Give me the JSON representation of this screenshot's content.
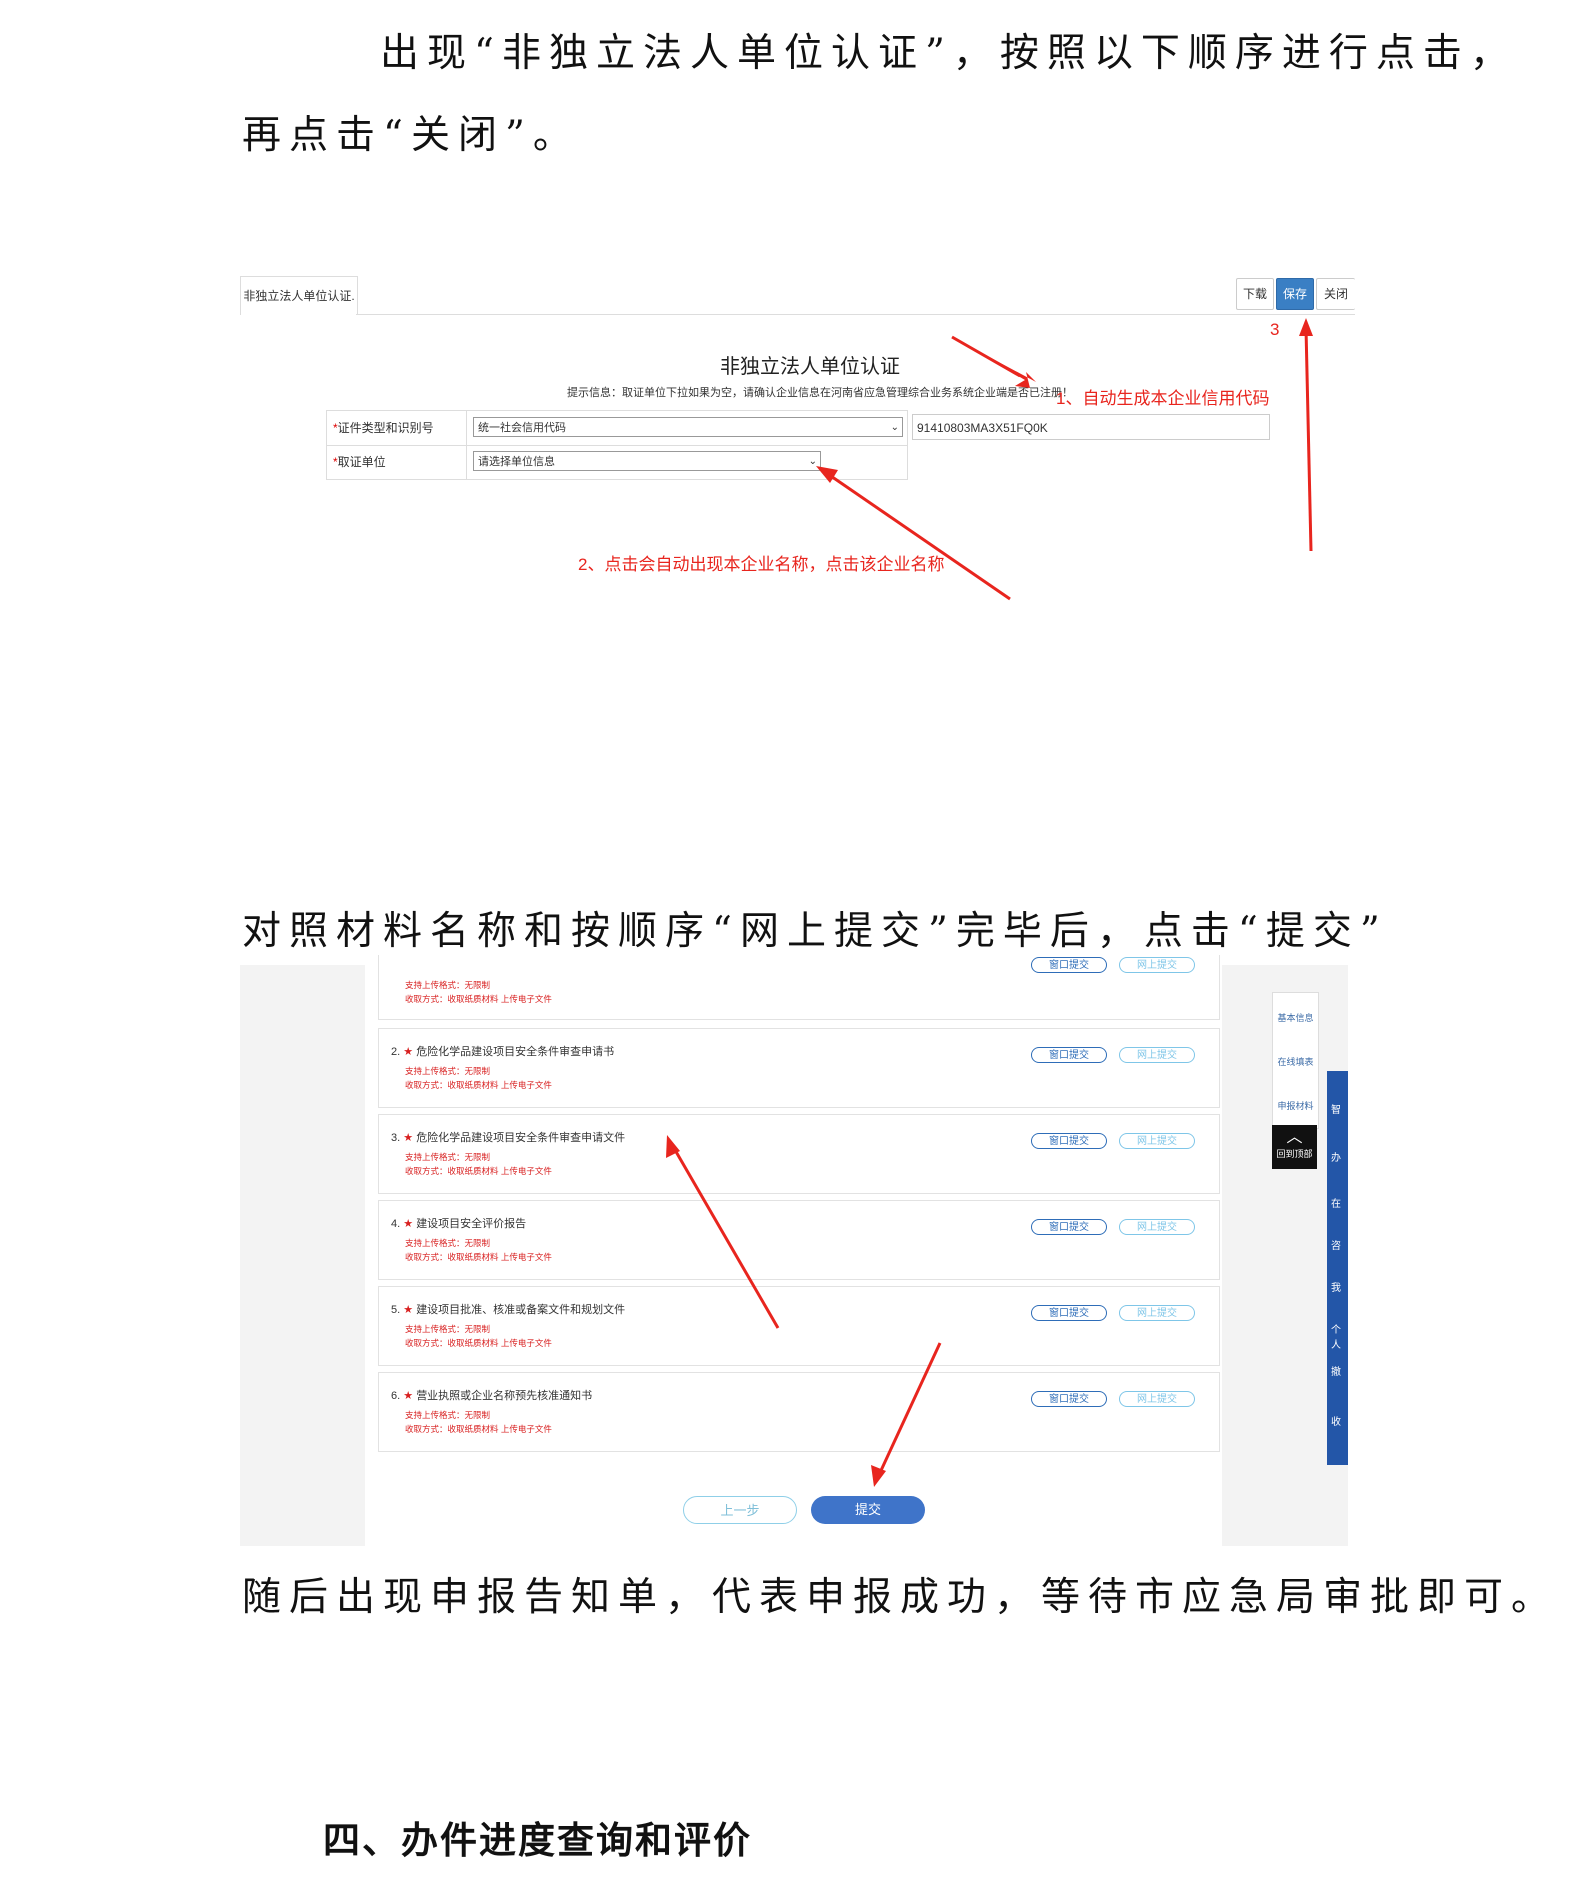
{
  "paragraphs": {
    "p1_line1": "出现“非独立法人单位认证”，按照以下顺序进行点击，",
    "p1_line2": "再点击“关闭”。",
    "p2": "对照材料名称和按顺序“网上提交”完毕后，点击“提交”",
    "p3": "随后出现申报告知单，代表申报成功，等待市应急局审批即可。",
    "heading4": "四、办件进度查询和评价"
  },
  "shot1": {
    "tab_label": "非独立法人单位认证.",
    "buttons": {
      "download": "下载",
      "save": "保存",
      "close": "关闭"
    },
    "form_title": "非独立法人单位认证",
    "hint": "提示信息：取证单位下拉如果为空，请确认企业信息在河南省应急管理综合业务系统企业端是否已注册！",
    "rows": [
      {
        "star": "*",
        "label": "证件类型和识别号",
        "select": "统一社会信用代码"
      },
      {
        "star": "*",
        "label": "取证单位",
        "select": "请选择单位信息"
      }
    ],
    "credit_code": "91410803MA3X51FQ0K",
    "annotations": {
      "a1": "1、自动生成本企业信用代码",
      "a2": "2、点击会自动出现本企业名称，点击该企业名称",
      "a3": "3"
    },
    "arrow_color": "#e8251e"
  },
  "shot2": {
    "items": [
      {
        "num": "2.",
        "title": "危险化学品建设项目安全条件审查申请书",
        "formats": "支持上传格式：无限制",
        "method": "收取方式：收取纸质材料 上传电子文件",
        "win": "窗口提交",
        "net": "网上提交"
      },
      {
        "num": "3.",
        "title": "危险化学品建设项目安全条件审查申请文件",
        "formats": "支持上传格式：无限制",
        "method": "收取方式：收取纸质材料 上传电子文件",
        "win": "窗口提交",
        "net": "网上提交"
      },
      {
        "num": "4.",
        "title": "建设项目安全评价报告",
        "formats": "支持上传格式：无限制",
        "method": "收取方式：收取纸质材料 上传电子文件",
        "win": "窗口提交",
        "net": "网上提交"
      },
      {
        "num": "5.",
        "title": "建设项目批准、核准或备案文件和规划文件",
        "formats": "支持上传格式：无限制",
        "method": "收取方式：收取纸质材料 上传电子文件",
        "win": "窗口提交",
        "net": "网上提交"
      },
      {
        "num": "6.",
        "title": "营业执照或企业名称预先核准通知书",
        "formats": "支持上传格式：无限制",
        "method": "收取方式：收取纸质材料 上传电子文件",
        "win": "窗口提交",
        "net": "网上提交"
      }
    ],
    "partial_item": {
      "formats": "支持上传格式：无限制",
      "method": "收取方式：收取纸质材料 上传电子文件",
      "win": "窗口提交",
      "net": "网上提交"
    },
    "prev_button": "上一步",
    "submit_button": "提交",
    "side_nav": [
      "基本信息",
      "在线填表",
      "申报材料"
    ],
    "to_top": "回到顶部",
    "blue_side": [
      "智",
      "办",
      "在",
      "咨",
      "我",
      "个人",
      "撤",
      "收"
    ]
  }
}
